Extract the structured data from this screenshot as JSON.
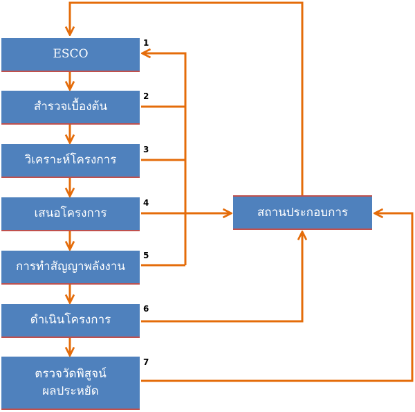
{
  "colors": {
    "box_fill": "#4f81bd",
    "box_bottom_border": "#c0504d",
    "connector": "#e46c0a",
    "box_text": "#ffffff",
    "number_text": "#000000"
  },
  "steps": [
    {
      "number": "1",
      "label": "ESCO"
    },
    {
      "number": "2",
      "label": "สำรวจเบื้องต้น"
    },
    {
      "number": "3",
      "label": "วิเคราะห์โครงการ"
    },
    {
      "number": "4",
      "label": "เสนอโครงการ"
    },
    {
      "number": "5",
      "label": "การทำสัญญาพลังงาน"
    },
    {
      "number": "6",
      "label": "ดำเนินโครงการ"
    },
    {
      "number": "7",
      "label_line1": "ตรวจวัดพิสูจน์",
      "label_line2": "ผลประหยัด"
    }
  ],
  "owner_box": {
    "label": "สถานประกอบการ"
  }
}
